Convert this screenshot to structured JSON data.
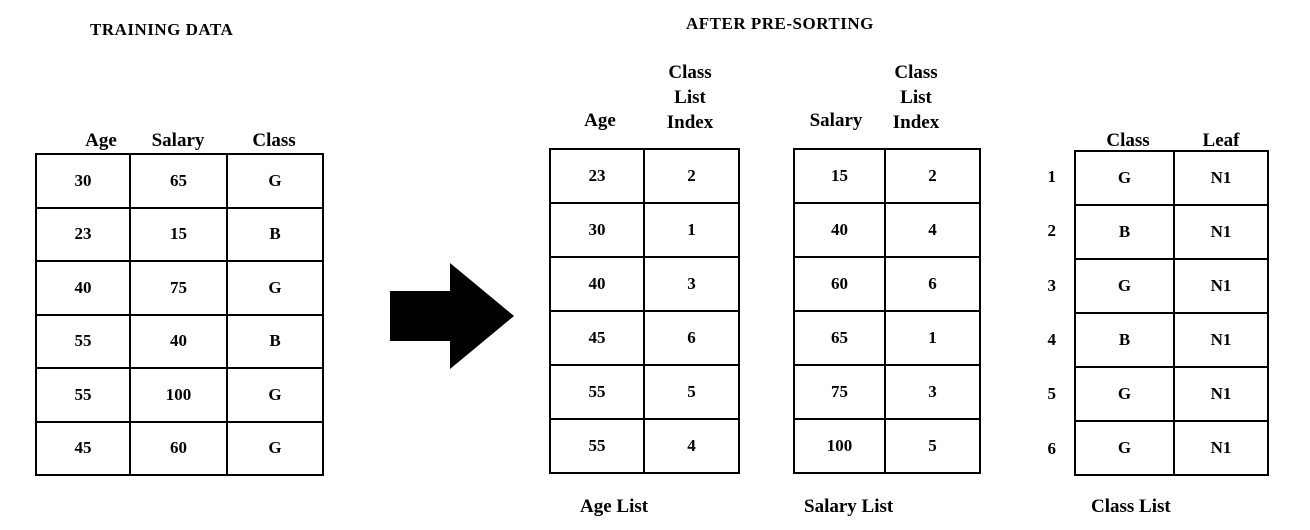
{
  "training": {
    "title": "TRAINING DATA",
    "headers": [
      "Age",
      "Salary",
      "Class"
    ],
    "rows": [
      [
        "30",
        "65",
        "G"
      ],
      [
        "23",
        "15",
        "B"
      ],
      [
        "40",
        "75",
        "G"
      ],
      [
        "55",
        "40",
        "B"
      ],
      [
        "55",
        "100",
        "G"
      ],
      [
        "45",
        "60",
        "G"
      ]
    ]
  },
  "after": {
    "title": "AFTER PRE-SORTING"
  },
  "age_list": {
    "headers": [
      "Age",
      "Class List Index"
    ],
    "index_header_lines": [
      "Class",
      "List",
      "Index"
    ],
    "rows": [
      [
        "23",
        "2"
      ],
      [
        "30",
        "1"
      ],
      [
        "40",
        "3"
      ],
      [
        "45",
        "6"
      ],
      [
        "55",
        "5"
      ],
      [
        "55",
        "4"
      ]
    ],
    "caption": "Age List"
  },
  "salary_list": {
    "headers": [
      "Salary",
      "Class List Index"
    ],
    "index_header_lines": [
      "Class",
      "List",
      "Index"
    ],
    "rows": [
      [
        "15",
        "2"
      ],
      [
        "40",
        "4"
      ],
      [
        "60",
        "6"
      ],
      [
        "65",
        "1"
      ],
      [
        "75",
        "3"
      ],
      [
        "100",
        "5"
      ]
    ],
    "caption": "Salary List"
  },
  "class_list": {
    "headers": [
      "Class",
      "Leaf"
    ],
    "row_numbers": [
      "1",
      "2",
      "3",
      "4",
      "5",
      "6"
    ],
    "rows": [
      [
        "G",
        "N1"
      ],
      [
        "B",
        "N1"
      ],
      [
        "G",
        "N1"
      ],
      [
        "B",
        "N1"
      ],
      [
        "G",
        "N1"
      ],
      [
        "G",
        "N1"
      ]
    ],
    "caption": "Class List"
  },
  "arrow": {
    "color": "#000000"
  }
}
